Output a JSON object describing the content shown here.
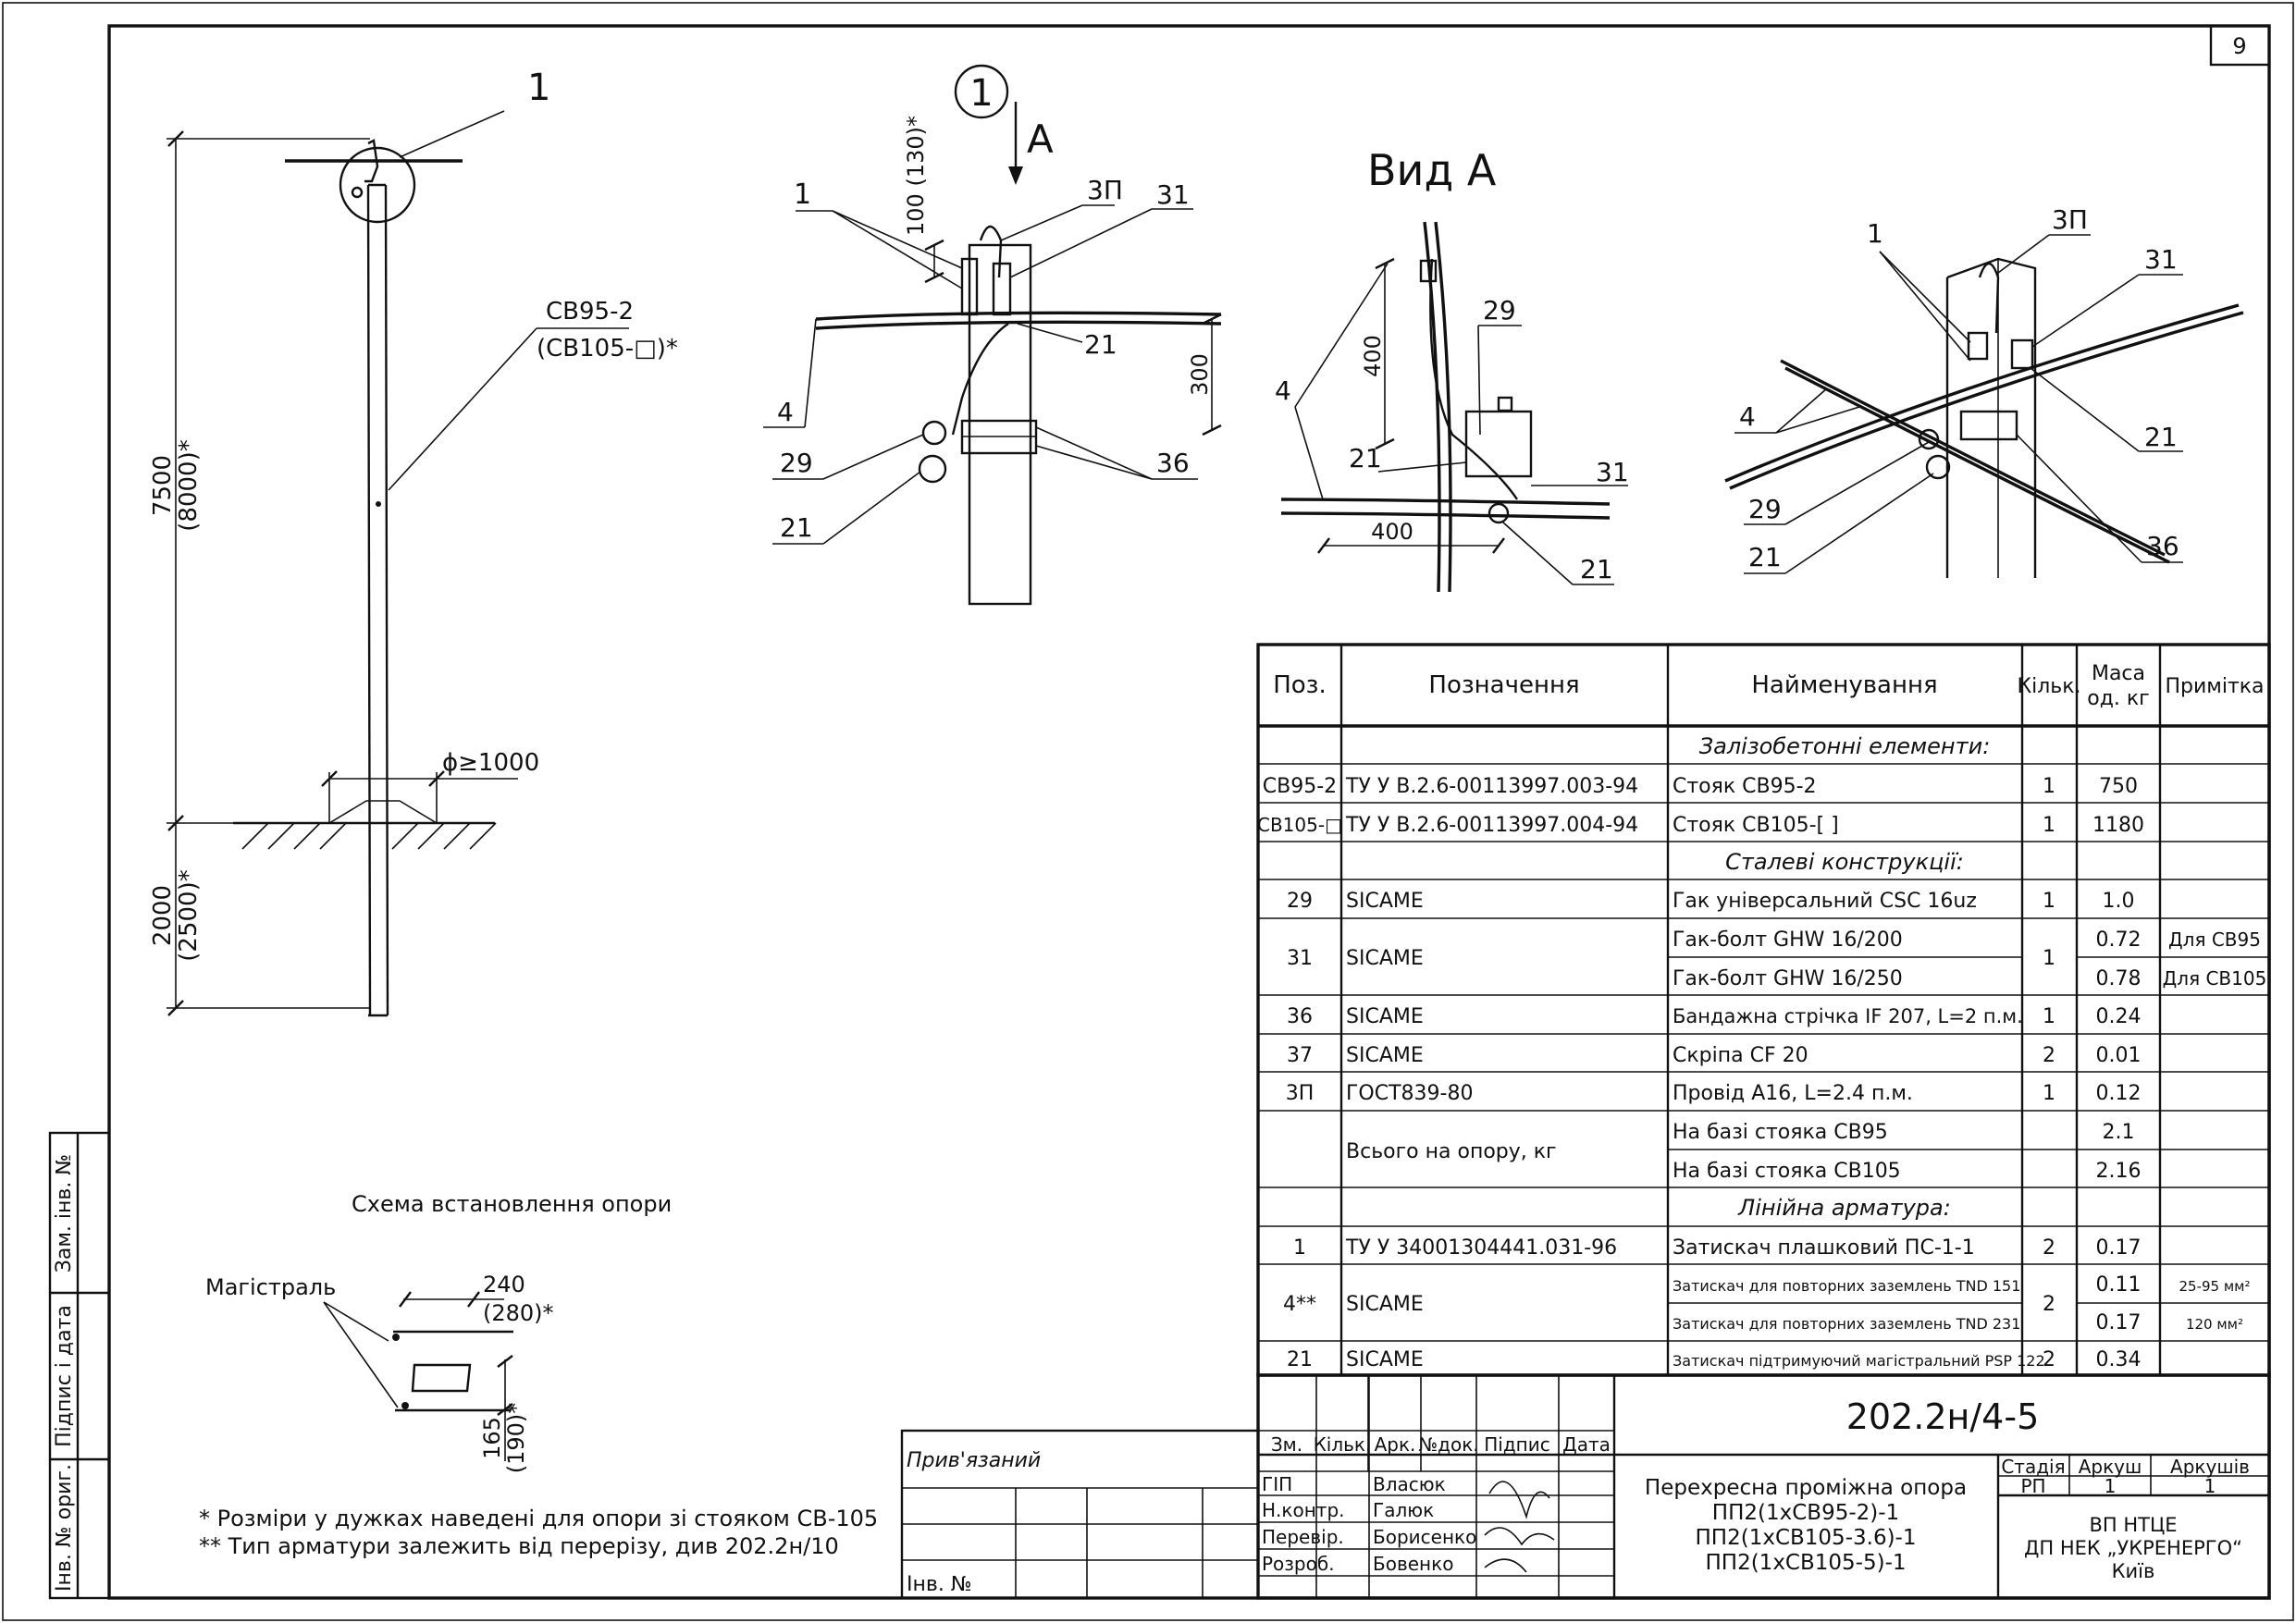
{
  "sheet": {
    "number": "9",
    "doc_code": "202.2н/4-5",
    "title_lines": [
      "Перехресна проміжна опора",
      "ПП2(1хСВ95-2)-1",
      "ПП2(1хСВ105-3.6)-1",
      "ПП2(1хСВ105-5)-1"
    ],
    "stage_header": "Стадія",
    "sheet_header": "Аркуш",
    "sheets_header": "Аркушів",
    "stage": "РП",
    "sheet_no": "1",
    "sheets_total": "1",
    "org_lines": [
      "ВП НТЦЕ",
      "ДП НЕК „УКРЕНЕРГО“",
      "Київ"
    ],
    "linked_label": "Прив'язаний",
    "inv_label": "Інв. №",
    "rev_headers": [
      "Зм.",
      "Кільк.",
      "Арк.",
      "№док.",
      "Підпис",
      "Дата"
    ],
    "roles": [
      {
        "role": "ГІП",
        "name": "Власюк"
      },
      {
        "role": "Н.контр.",
        "name": "Галюк"
      },
      {
        "role": "Перевір.",
        "name": "Борисенко"
      },
      {
        "role": "Розроб.",
        "name": "Бовенко"
      }
    ],
    "side_stamps": [
      "Зам. інв. №",
      "Підпис і дата",
      "Інв. № ориг."
    ]
  },
  "pole_view": {
    "callout_1": "1",
    "pole_label_1": "СВ95-2",
    "pole_label_2": "(СВ105-□)*",
    "dim_height": "7500",
    "dim_height_alt": "(8000)*",
    "dim_depth": "2000",
    "dim_depth_alt": "(2500)*",
    "diameter": "ϕ≥1000"
  },
  "detail_1": {
    "circle_label": "1",
    "view_arrow": "A",
    "dim_top": "100 (130)*",
    "dim_300": "300",
    "callouts": [
      "1",
      "3П",
      "31",
      "21",
      "4",
      "29",
      "21",
      "36"
    ]
  },
  "view_a": {
    "title": "Вид А",
    "dim_v": "400",
    "dim_h": "400",
    "callouts": [
      "29",
      "4",
      "21",
      "31",
      "21"
    ]
  },
  "iso_view": {
    "callouts": [
      "1",
      "3П",
      "31",
      "4",
      "21",
      "29",
      "21",
      "36"
    ]
  },
  "scheme": {
    "title": "Схема встановлення опори",
    "trunk_label": "Магістраль",
    "dim_240": "240",
    "dim_280": "(280)*",
    "dim_165": "165",
    "dim_190": "(190)*"
  },
  "notes": [
    "* Розміри у дужках наведені для опори зі стояком СВ-105",
    "** Тип арматури залежить від перерізу, див 202.2н/10"
  ],
  "table": {
    "headers": [
      "Поз.",
      "Позначення",
      "Найменування",
      "Кільк.",
      "Маса од. кг",
      "Примітка"
    ],
    "mass_header_1": "Маса",
    "mass_header_2": "од. кг",
    "sections": {
      "concrete": "Залізобетонні елементи:",
      "steel": "Сталеві конструкції:",
      "fittings": "Лінійна арматура:"
    },
    "rows": {
      "sv95_pos": "СВ95-2",
      "sv95_code": "ТУ У В.2.6-00113997.003-94",
      "sv95_name": "Стояк СВ95-2",
      "sv95_qty": "1",
      "sv95_mass": "750",
      "sv105_pos": "СВ105-□",
      "sv105_code": "ТУ У В.2.6-00113997.004-94",
      "sv105_name": "Стояк СВ105-[      ]",
      "sv105_qty": "1",
      "sv105_mass": "1180",
      "r29_pos": "29",
      "r29_code": "SICAME",
      "r29_name": "Гак універсальний CSC 16uz",
      "r29_qty": "1",
      "r29_mass": "1.0",
      "r31_pos": "31",
      "r31_code": "SICAME",
      "r31_name_a": "Гак-болт GHW 16/200",
      "r31_name_b": "Гак-болт GHW 16/250",
      "r31_qty": "1",
      "r31_mass_a": "0.72",
      "r31_mass_b": "0.78",
      "r31_note_a": "Для СВ95",
      "r31_note_b": "Для СВ105",
      "r36_pos": "36",
      "r36_code": "SICAME",
      "r36_name": "Бандажна стрічка IF 207, L=2 п.м.",
      "r36_qty": "1",
      "r36_mass": "0.24",
      "r37_pos": "37",
      "r37_code": "SICAME",
      "r37_name": "Скріпа CF 20",
      "r37_qty": "2",
      "r37_mass": "0.01",
      "r3p_pos": "3П",
      "r3p_code": "ГОСТ839-80",
      "r3p_name": "Провід А16, L=2.4 п.м.",
      "r3p_qty": "1",
      "r3p_mass": "0.12",
      "total_code": "Всього на опору, кг",
      "total_a": "На базі стояка СВ95",
      "total_a_mass": "2.1",
      "total_b": "На базі стояка СВ105",
      "total_b_mass": "2.16",
      "r1_pos": "1",
      "r1_code": "ТУ У 34001304441.031-96",
      "r1_name": "Затискач плашковий ПС-1-1",
      "r1_qty": "2",
      "r1_mass": "0.17",
      "r4_pos": "4**",
      "r4_code": "SICAME",
      "r4_name_a": "Затискач для повторних заземлень TND 151",
      "r4_name_b": "Затискач для повторних заземлень TND 231",
      "r4_qty": "2",
      "r4_mass_a": "0.11",
      "r4_mass_b": "0.17",
      "r4_note_a": "25-95 мм²",
      "r4_note_b": "120 мм²",
      "r21_pos": "21",
      "r21_code": "SICAME",
      "r21_name": "Затискач підтримуючий магістральний PSP 122",
      "r21_qty": "2",
      "r21_mass": "0.34"
    }
  }
}
